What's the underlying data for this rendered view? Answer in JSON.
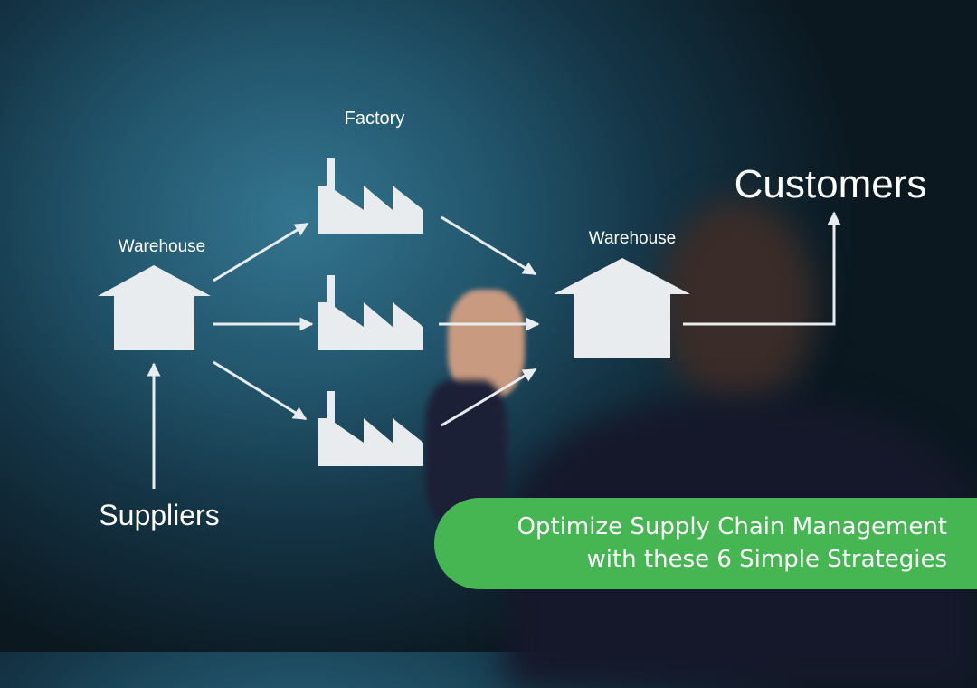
{
  "diagram": {
    "labels": {
      "factory": "Factory",
      "warehouse_left": "Warehouse",
      "warehouse_right": "Warehouse",
      "customers": "Customers",
      "suppliers": "Suppliers"
    },
    "shape_color": "#e8ecee"
  },
  "banner": {
    "line1": "Optimize Supply Chain Management",
    "line2": "with these 6 Simple Strategies",
    "color": "#46b653"
  }
}
